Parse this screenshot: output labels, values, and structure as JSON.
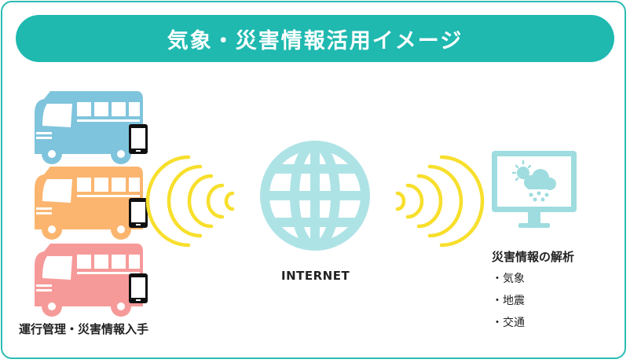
{
  "title": "気象・災害情報活用イメージ",
  "left_caption": "運行管理・災害情報入手",
  "center_caption": "INTERNET",
  "right_title": "災害情報の解析",
  "analysis_items": [
    "・気象",
    "・地震",
    "・交通"
  ],
  "icons": {
    "bus": "bus-icon",
    "phone": "smartphone-icon",
    "globe": "globe-icon",
    "monitor": "monitor-icon",
    "weather": "sun-cloud-rain-icon",
    "signal": "wireless-signal-icon"
  },
  "colors": {
    "accent": "#1fb9b0",
    "border": "#2bbcb3",
    "bus_1": "#7fc4dd",
    "bus_2": "#fbb56f",
    "bus_3": "#f69a99",
    "globe": "#aee3e6",
    "signal": "#f7df2c",
    "monitor": "#9edcdf"
  }
}
